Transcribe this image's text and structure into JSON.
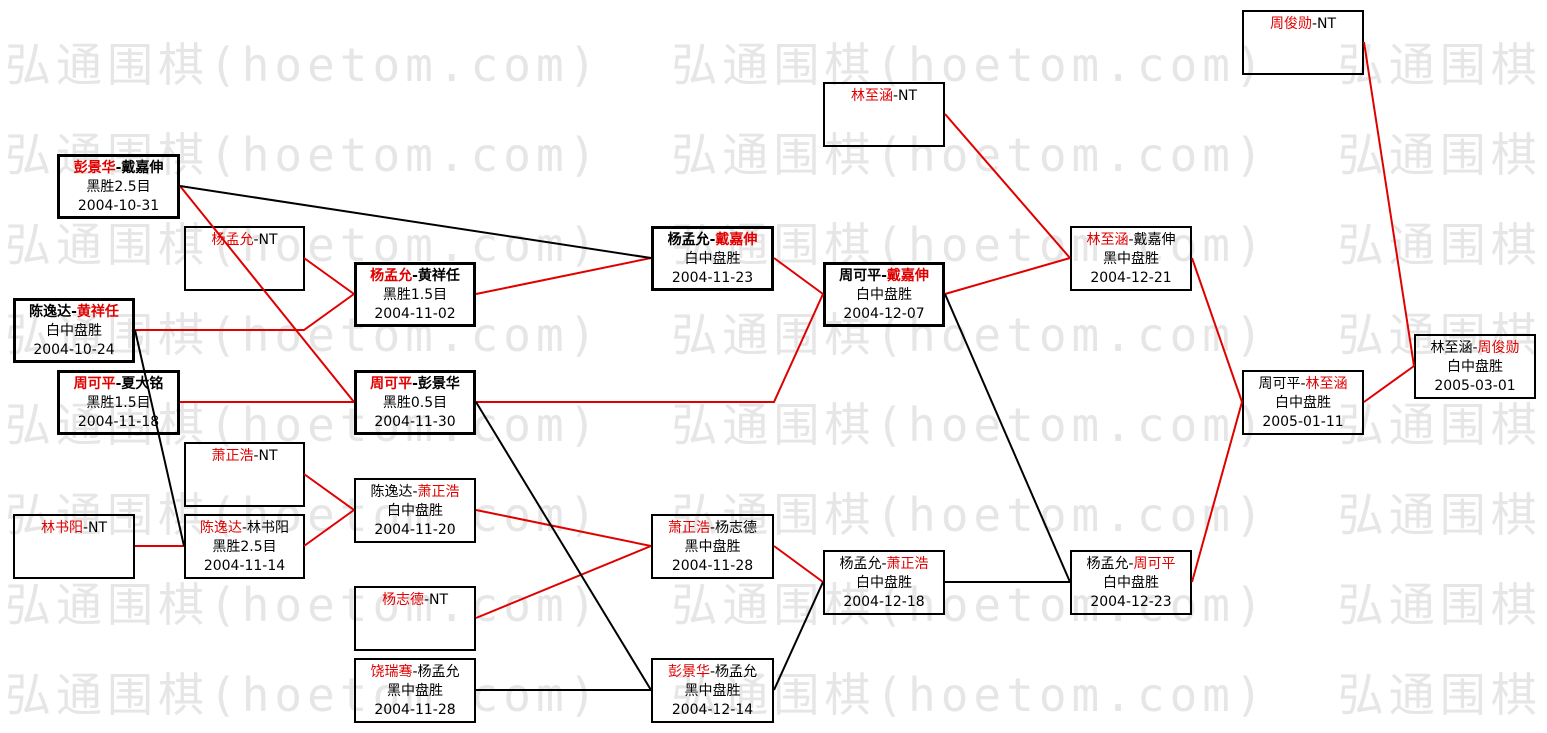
{
  "watermark": {
    "text": "弘通围棋(hoetom.com)"
  },
  "separator": "-",
  "colors": {
    "winner": "#e00000",
    "text": "#000000",
    "winner_line": "#e00000",
    "loser_line": "#000000",
    "watermark": "#e6e6e6",
    "background": "#ffffff"
  },
  "matches": [
    {
      "p1": "周俊勋",
      "p2": "NT",
      "winner": 1
    },
    {
      "p1": "林至涵",
      "p2": "NT",
      "winner": 1
    },
    {
      "p1": "彭景华",
      "p2": "戴嘉伸",
      "result": "黑胜2.5目",
      "date": "2004-10-31",
      "winner": 1
    },
    {
      "p1": "杨孟允",
      "p2": "NT",
      "winner": 1
    },
    {
      "p1": "杨孟允",
      "p2": "戴嘉伸",
      "result": "白中盘胜",
      "date": "2004-11-23",
      "winner": 2
    },
    {
      "p1": "林至涵",
      "p2": "戴嘉伸",
      "result": "黑中盘胜",
      "date": "2004-12-21",
      "winner": 1
    },
    {
      "p1": "杨孟允",
      "p2": "黄祥任",
      "result": "黑胜1.5目",
      "date": "2004-11-02",
      "winner": 1
    },
    {
      "p1": "周可平",
      "p2": "戴嘉伸",
      "result": "白中盘胜",
      "date": "2004-12-07",
      "winner": 2
    },
    {
      "p1": "陈逸达",
      "p2": "黄祥任",
      "result": "白中盘胜",
      "date": "2004-10-24",
      "winner": 2
    },
    {
      "p1": "林至涵",
      "p2": "周俊勋",
      "result": "白中盘胜",
      "date": "2005-03-01",
      "winner": 2
    },
    {
      "p1": "周可平",
      "p2": "夏大铭",
      "result": "黑胜1.5目",
      "date": "2004-11-18",
      "winner": 1
    },
    {
      "p1": "周可平",
      "p2": "彭景华",
      "result": "黑胜0.5目",
      "date": "2004-11-30",
      "winner": 1
    },
    {
      "p1": "周可平",
      "p2": "林至涵",
      "result": "白中盘胜",
      "date": "2005-01-11",
      "winner": 2
    },
    {
      "p1": "萧正浩",
      "p2": "NT",
      "winner": 1
    },
    {
      "p1": "陈逸达",
      "p2": "萧正浩",
      "result": "白中盘胜",
      "date": "2004-11-20",
      "winner": 2
    },
    {
      "p1": "林书阳",
      "p2": "NT",
      "winner": 1
    },
    {
      "p1": "陈逸达",
      "p2": "林书阳",
      "result": "黑胜2.5目",
      "date": "2004-11-14",
      "winner": 1
    },
    {
      "p1": "萧正浩",
      "p2": "杨志德",
      "result": "黑中盘胜",
      "date": "2004-11-28",
      "winner": 1
    },
    {
      "p1": "杨孟允",
      "p2": "萧正浩",
      "result": "白中盘胜",
      "date": "2004-12-18",
      "winner": 2
    },
    {
      "p1": "杨孟允",
      "p2": "周可平",
      "result": "白中盘胜",
      "date": "2004-12-23",
      "winner": 2
    },
    {
      "p1": "杨志德",
      "p2": "NT",
      "winner": 1
    },
    {
      "p1": "饶瑞骞",
      "p2": "杨孟允",
      "result": "黑中盘胜",
      "date": "2004-11-28",
      "winner": 1
    },
    {
      "p1": "彭景华",
      "p2": "杨孟允",
      "result": "黑中盘胜",
      "date": "2004-12-14",
      "winner": 1
    }
  ]
}
